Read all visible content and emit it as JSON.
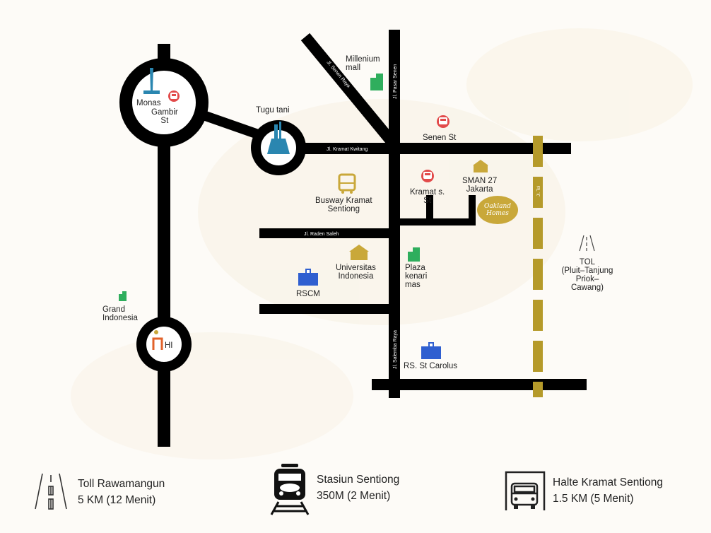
{
  "colors": {
    "road": "#000000",
    "toll": "#b59a2a",
    "brand": "#c9a83a",
    "hospital": "#2f5fd0",
    "mall": "#2fae5d",
    "station": "#e24a4a",
    "monument": "#2a86b0"
  },
  "streets": {
    "senen_raya": "Jl. Senen Raya",
    "pasar_senen": "Jl. Pasar Senen",
    "kramat_kwitang": "Jl. Kramat Kwitang",
    "raden_saleh": "Jl. Raden Saleh",
    "salemba_raya": "Jl. Salemba Raya",
    "toll_road": "Jl. Tol"
  },
  "places": {
    "millenium": "Millenium\nmall",
    "monas": "Monas",
    "gambir": "Gambir\nSt",
    "tugu_tani": "Tugu tani",
    "senen_st": "Senen  St",
    "busway": "Busway Kramat\nSentiong",
    "kramat_st": "Kramat s.\nSt",
    "sman": "SMAN 27\nJakarta",
    "oakland": "Oakland\nHomes",
    "universitas": "Universitas\nIndonesia",
    "plaza": "Plaza\nkenari\nmas",
    "rscm": "RSCM",
    "tol": "TOL\n(Pluit–Tanjung\nPriok–\nCawang)",
    "grand_indonesia": "Grand\nIndonesia",
    "hi": "HI",
    "st_carolus": "RS. St Carolus"
  },
  "legend": [
    {
      "icon": "toll-road-icon",
      "title": "Toll Rawamangun",
      "detail": "5 KM (12 Menit)"
    },
    {
      "icon": "train-icon",
      "title": "Stasiun Sentiong",
      "detail": "350M (2 Menit)"
    },
    {
      "icon": "bus-stop-icon",
      "title": "Halte Kramat Sentiong",
      "detail": "1.5 KM (5 Menit)"
    }
  ]
}
